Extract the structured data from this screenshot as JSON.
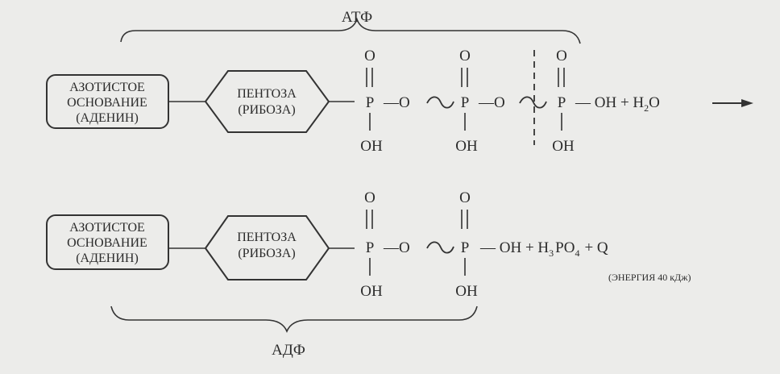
{
  "atp_label": "АТФ",
  "adp_label": "АДФ",
  "base": {
    "line1": "АЗОТИСТОЕ",
    "line2": "ОСНОВАНИЕ",
    "line3": "(АДЕНИН)"
  },
  "pentose": {
    "line1": "ПЕНТОЗА",
    "line2": "(РИБОЗА)"
  },
  "atoms": {
    "o": "O",
    "p": "P",
    "oh": "OH",
    "bond": "—O"
  },
  "row1": {
    "tail": "— OH + H",
    "sub": "2",
    "tail_end": "O"
  },
  "row2": {
    "tail1": "— OH + H",
    "sub1": "3",
    "tail2": "PO",
    "sub2": "4",
    "tail3": "+ Q"
  },
  "energy_note": "(ЭНЕРГИЯ 40 кДж)"
}
